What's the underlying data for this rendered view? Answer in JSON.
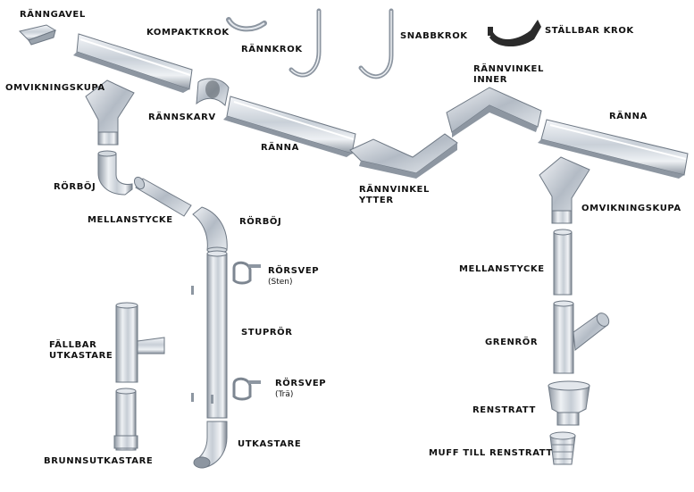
{
  "labels": {
    "ranngavel": "RÄNNGAVEL",
    "kompaktkrok": "KOMPAKTKROK",
    "rannkrok": "RÄNNKROK",
    "snabbkrok": "SNABBKROK",
    "stallbar_krok": "STÄLLBAR KROK",
    "omvikningskupa_left": "OMVIKNINGSKUPA",
    "rannskarv": "RÄNNSKARV",
    "ranna_mid": "RÄNNA",
    "rannvinkel_inner_1": "RÄNNVINKEL",
    "rannvinkel_inner_2": "INNER",
    "ranna_right": "RÄNNA",
    "rorboj_left": "RÖRBÖJ",
    "rannvinkel_ytter_1": "RÄNNVINKEL",
    "rannvinkel_ytter_2": "YTTER",
    "omvikningskupa_right": "OMVIKNINGSKUPA",
    "mellanstycke_left": "MELLANSTYCKE",
    "rorboj_mid": "RÖRBÖJ",
    "rorsvep_sten": "RÖRSVEP",
    "rorsvep_sten_sub": "(Sten)",
    "mellanstycke_right": "MELLANSTYCKE",
    "stuporor": "STUPRÖR",
    "fallbar_utkastare_1": "FÄLLBAR",
    "fallbar_utkastare_2": "UTKASTARE",
    "grenror": "GRENRÖR",
    "rorsvep_tra": "RÖRSVEP",
    "rorsvep_tra_sub": "(Trä)",
    "renstratt": "RENSTRATT",
    "utkastare": "UTKASTARE",
    "brunnsutkastare": "BRUNNSUTKASTARE",
    "muff_till_renstratt": "MUFF TILL RENSTRATT"
  },
  "colors": {
    "metal_light": "#e9edf2",
    "metal_mid": "#b6bec8",
    "metal_dark": "#6e7884",
    "bracket_dark": "#2b2b2b",
    "text": "#111111"
  }
}
